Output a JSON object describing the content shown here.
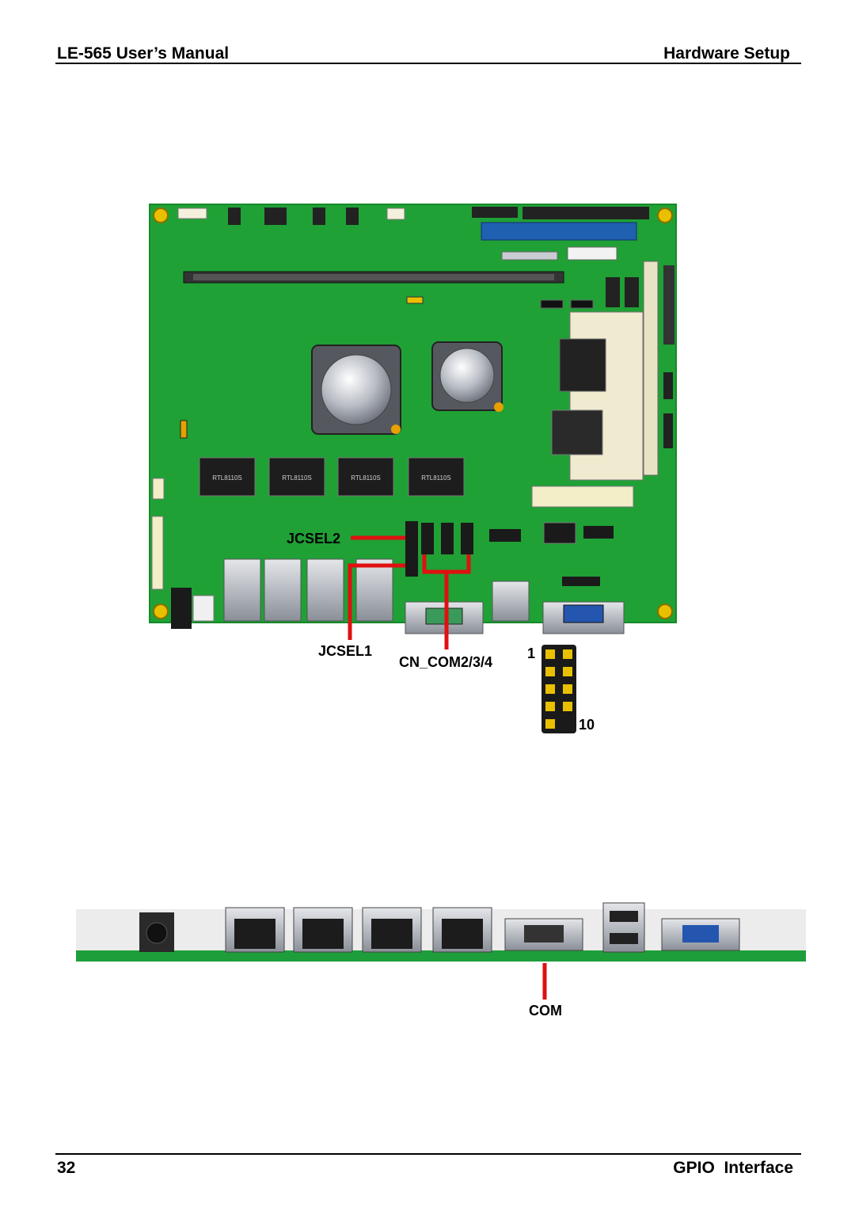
{
  "header": {
    "title": "LE-565 User’s Manual",
    "section": "Hardware Setup"
  },
  "labels": {
    "jcsel2": "JCSEL2",
    "jcsel1": "JCSEL1",
    "cn_com": "CN_COM2/3/4",
    "pin_first": "1",
    "pin_last": "10",
    "com": "COM"
  },
  "board": {
    "chip_labels": [
      "RTL8110S",
      "RTL8110S",
      "RTL8110S",
      "RTL8110S"
    ]
  },
  "footer": {
    "page_number": "32",
    "section": "GPIO  Interface"
  },
  "colors": {
    "pcb": "#1fa135",
    "callout": "#e01010",
    "pin": "#e8c000",
    "pin_bg": "#1a1a1a"
  }
}
